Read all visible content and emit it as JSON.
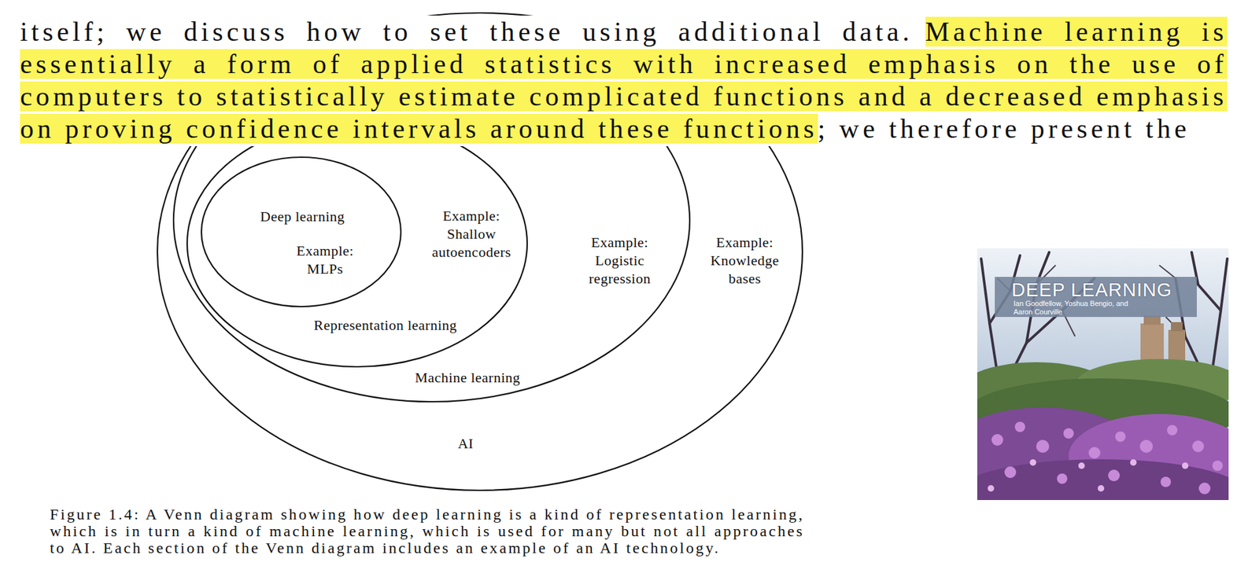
{
  "diagram": {
    "caption": "Figure 1.4: A Venn diagram showing how deep learning is a kind of representation learning, which is in turn a kind of machine learning, which is used for many but not all approaches to AI. Each section of the Venn diagram includes an example of an AI technology.",
    "nodes": [
      {
        "text": [
          "AI",
          "Example: Knowledge bases"
        ]
      },
      {
        "text": [
          "Machine learning",
          "Example: Logistic regression"
        ],
        "in": 0
      },
      {
        "text": [
          "Representation learning",
          "Example: Shallow autoencoders"
        ],
        "in": 1
      },
      {
        "text": [
          "Deep learning",
          "Example: MLPs"
        ],
        "in": 2
      }
    ],
    "labels": [
      "itself; we discuss how to set these using additional data.",
      "Machine learning is essentially a form of applied statistics with increased emphasis on the use of computers to statistically estimate complicated functions and a decreased emphasis on proving confidence intervals around these functions",
      "; we therefore present the",
      "DEEP LEARNING",
      "Ian Goodfellow, Yoshua Bengio, and Aaron Courville"
    ]
  }
}
